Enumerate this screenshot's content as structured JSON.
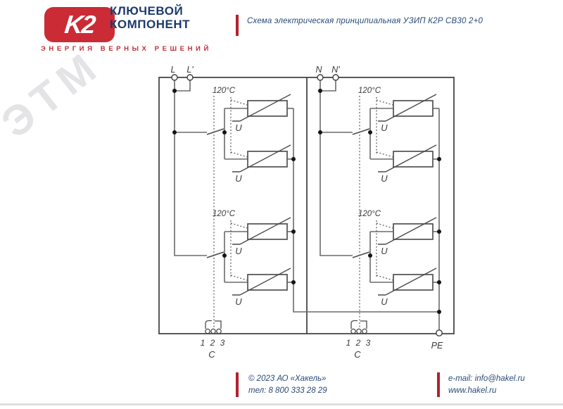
{
  "header": {
    "logo_text": "K2",
    "brand_line1": "КЛЮЧЕВОЙ",
    "brand_line2": "КОМПОНЕНТ",
    "tagline": "ЭНЕРГИЯ ВЕРНЫХ РЕШЕНИЙ",
    "doc_title": "Схема электрическая принципиальная УЗИП К2Р СВ30 2+0"
  },
  "watermark": "ЭТМ",
  "colors": {
    "brand_red": "#cb2b35",
    "brand_navy": "#1d3a6b",
    "accent_bar_red": "#b22230",
    "wire_gray": "#6b6b6b"
  },
  "schematic": {
    "thermal": "120°C",
    "u": "U",
    "pins": "1 2 3",
    "connector": "C",
    "pe": "PE",
    "left": {
      "terminal_in": "L",
      "terminal_out": "L'"
    },
    "right": {
      "terminal_in": "N",
      "terminal_out": "N'"
    }
  },
  "footer": {
    "copyright": "© 2023 АО «Хакель»",
    "phone": "тел: 8 800 333 28 29",
    "email": "e-mail: info@hakel.ru",
    "website": "www.hakel.ru"
  }
}
